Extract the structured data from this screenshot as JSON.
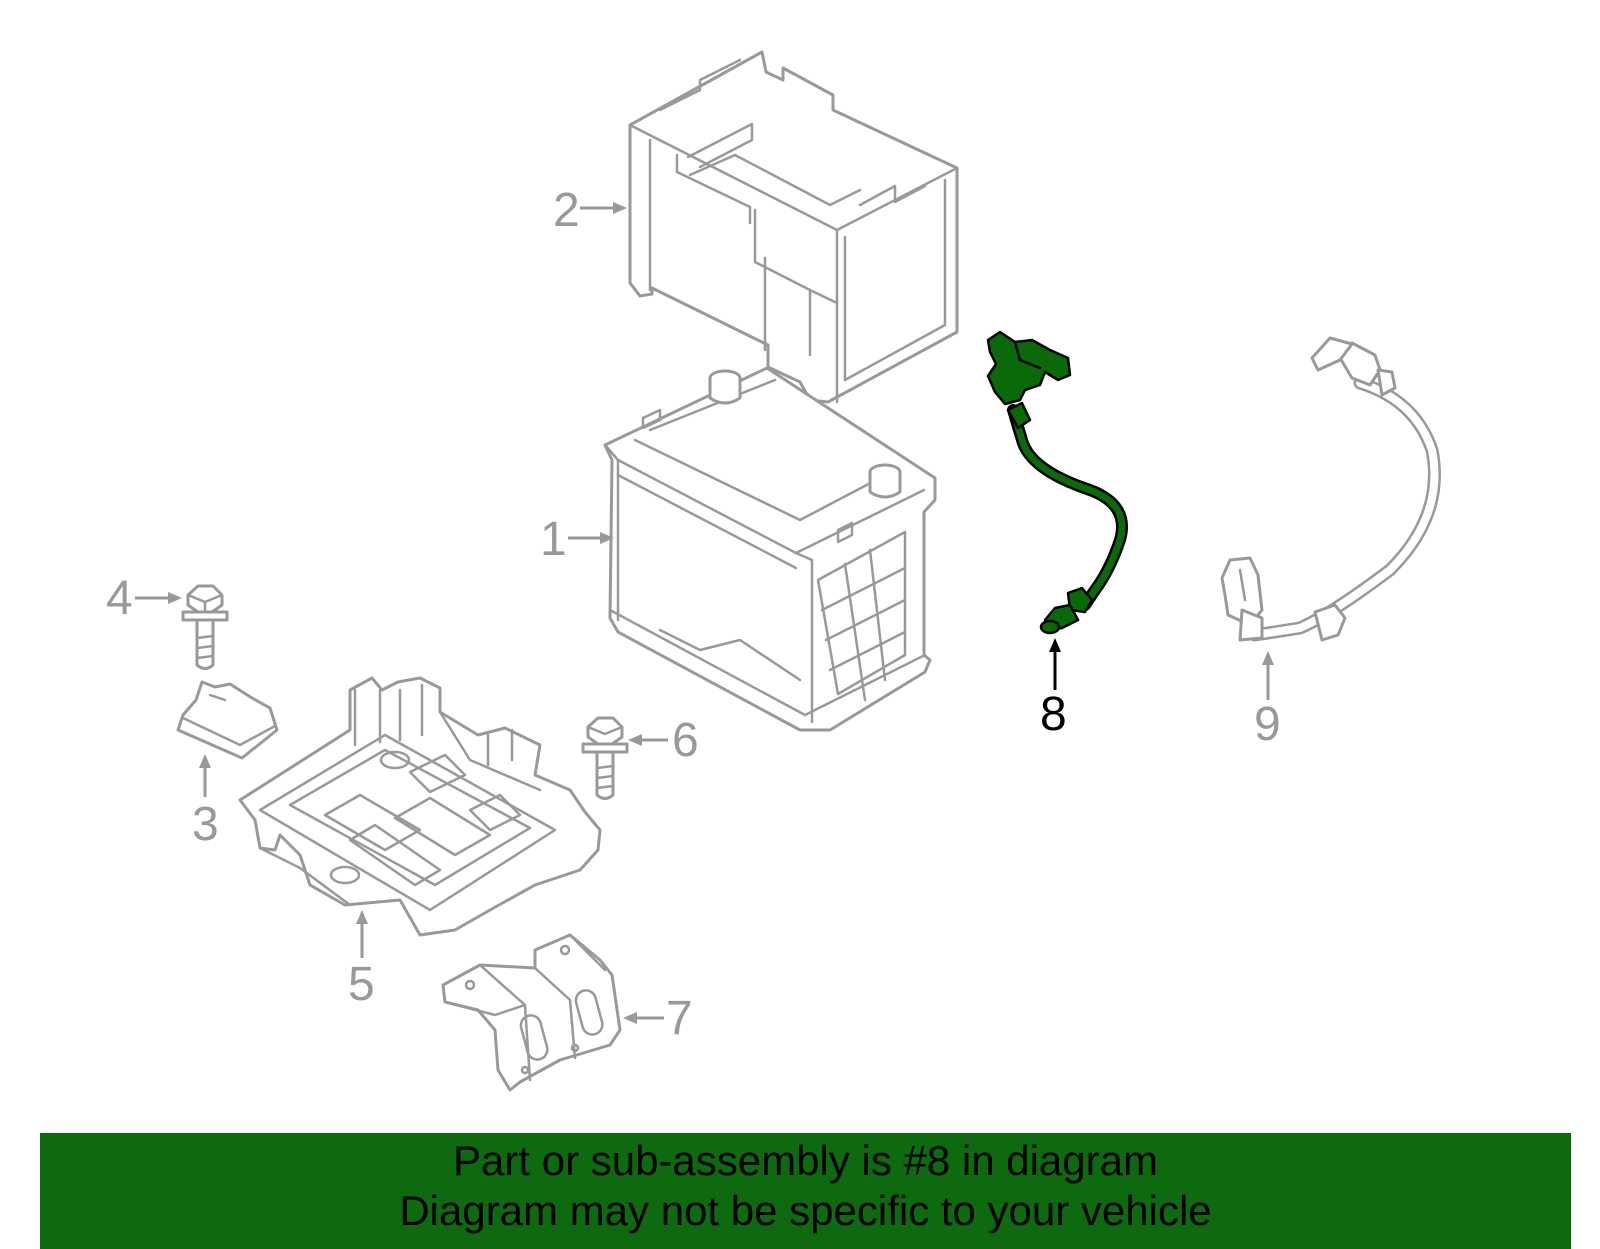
{
  "diagram": {
    "highlighted_part": "8",
    "highlight_color": "#0a6a0a",
    "callouts": [
      {
        "id": "1",
        "label": "1"
      },
      {
        "id": "2",
        "label": "2"
      },
      {
        "id": "3",
        "label": "3"
      },
      {
        "id": "4",
        "label": "4"
      },
      {
        "id": "5",
        "label": "5"
      },
      {
        "id": "6",
        "label": "6"
      },
      {
        "id": "7",
        "label": "7"
      },
      {
        "id": "8",
        "label": "8"
      },
      {
        "id": "9",
        "label": "9"
      }
    ]
  },
  "banner": {
    "line1": "Part or sub-assembly is #8 in diagram",
    "line2": "Diagram may not be specific to your vehicle",
    "background": "#0e6a0e"
  }
}
